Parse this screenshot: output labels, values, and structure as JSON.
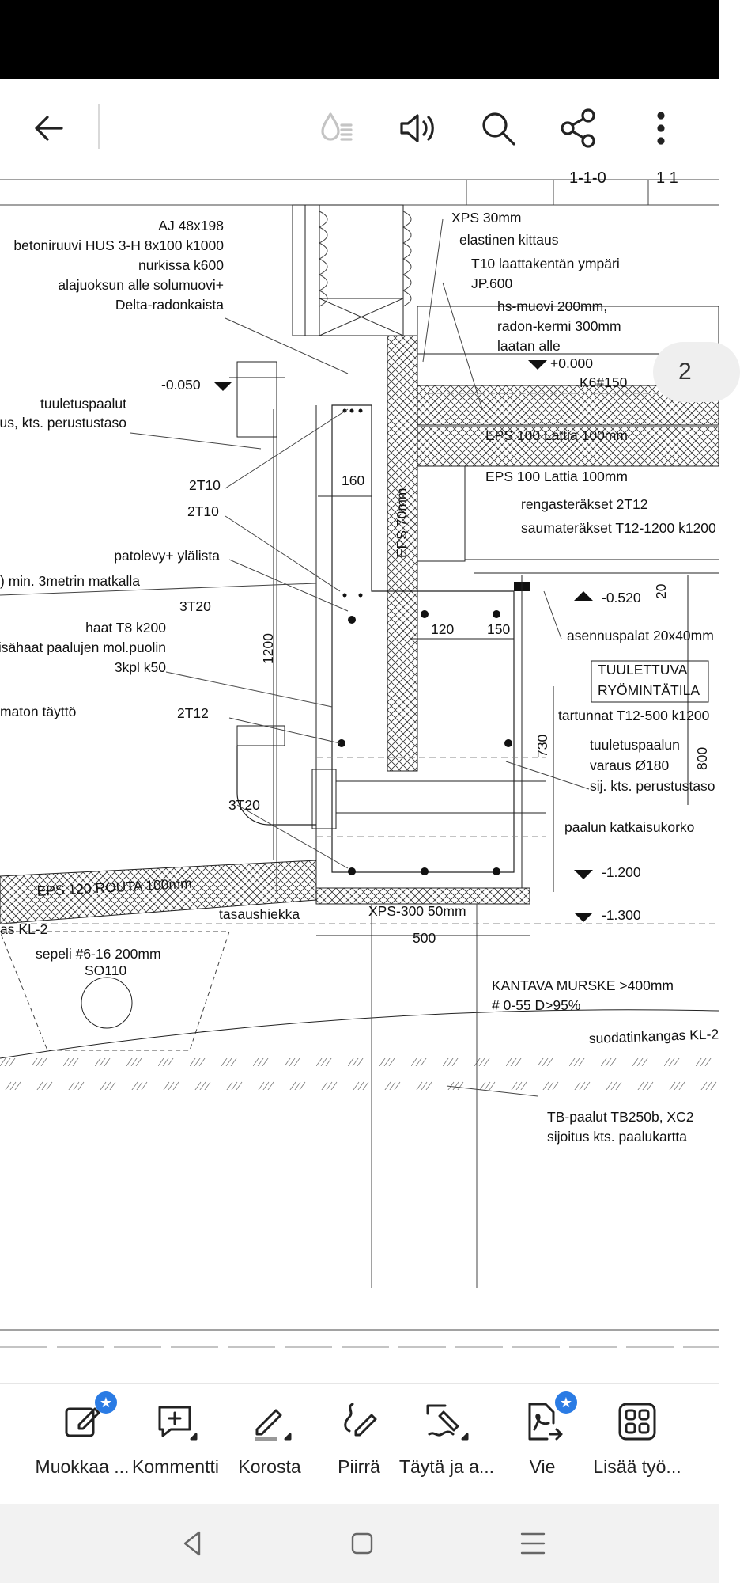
{
  "app_bar": {
    "back_icon": "arrow-left-icon",
    "icons": [
      "ink-drop-icon",
      "read-aloud-icon",
      "search-icon",
      "share-icon",
      "more-vert-icon"
    ]
  },
  "page_indicator": "2",
  "drawing": {
    "top_header": [
      "1-1-0",
      "1 1"
    ],
    "labels": {
      "aj": "AJ 48x198",
      "betoniruuvi": "betoniruuvi HUS 3-H 8x100 k1000",
      "nurkissa": "nurkissa k600",
      "alajuoksun": "alajuoksun alle solumuovi+",
      "delta": "Delta-radonkaista",
      "xps30": "XPS 30mm",
      "elastinen": "elastinen kittaus",
      "t10": "T10 laattakentän ympäri",
      "jp600": "JP.600",
      "hsmuovi": "hs-muovi 200mm,",
      "radonkermi": "radon-kermi 300mm",
      "laatan": "laatan alle",
      "plus0": "+0.000",
      "k6": "K6#150",
      "minus050": "-0.050",
      "tuuletuspaalut": "tuuletuspaalut",
      "kts_perus": "us, kts. perustustaso",
      "eps100a": "EPS 100 Lattia 100mm",
      "eps100b": "EPS 100 Lattia 100mm",
      "t2t10a": "2T10",
      "t160": "160",
      "t2t10b": "2T10",
      "eps70": "EPS 70mm",
      "rengas": "rengasteräkset 2T12",
      "sauma": "saumateräkset T12-1200 k1200",
      "patolevy": "patolevy+ ylälista",
      "min3m": ") min. 3metrin matkalla",
      "minus520": "-0.520",
      "d20": "20",
      "t3t20a": "3T20",
      "asennus": "asennuspalat 20x40mm",
      "haat": "haat T8 k200",
      "sahaat": "isähaat paalujen mol.puolin",
      "kpl": "3kpl k50",
      "d120": "120",
      "d150": "150",
      "d1200": "1200",
      "tuulettuva": "TUULETTUVA",
      "ryomintatila": "RYÖMINTÄTILA",
      "tayto": "maton täyttö",
      "t2t12": "2T12",
      "tartunnat": "tartunnat T12-500 k1200",
      "d730": "730",
      "tuuletuspaalun": "tuuletuspaalun",
      "varaus": "varaus Ø180",
      "sij": "sij. kts. perustustaso",
      "d800": "800",
      "t3t20b": "3T20",
      "katkaisu": "paalun katkaisukorko",
      "minus1200": "-1.200",
      "eps120": "EPS 120 ROUTA 100mm",
      "tasaus": "tasaushiekka",
      "xps300": "XPS-300 50mm",
      "minus1300": "-1.300",
      "kl2": "as KL-2",
      "sepeli": "sepeli #6-16 200mm",
      "so110": "SO110",
      "d500": "500",
      "kantava": "KANTAVA MURSKE >400mm",
      "kantava2": "# 0-55 D>95%",
      "suodatin": "suodatinkangas KL-2",
      "tb": "TB-paalut TB250b, XC2",
      "sijoitus": "sijoitus kts. paalukartta"
    }
  },
  "toolbar": {
    "items": [
      {
        "label": "Muokkaa ...",
        "icon": "edit-icon",
        "badge": true
      },
      {
        "label": "Kommentti",
        "icon": "comment-add-icon",
        "badge": false
      },
      {
        "label": "Korosta",
        "icon": "highlight-icon",
        "badge": false
      },
      {
        "label": "Piirrä",
        "icon": "draw-icon",
        "badge": false
      },
      {
        "label": "Täytä ja a...",
        "icon": "fill-sign-icon",
        "badge": false
      },
      {
        "label": "Vie",
        "icon": "export-pdf-icon",
        "badge": true
      },
      {
        "label": "Lisää työ...",
        "icon": "more-tools-icon",
        "badge": false
      }
    ]
  },
  "nav_bar": {
    "icons": [
      "back-triangle-icon",
      "home-square-icon",
      "recents-icon"
    ]
  },
  "colors": {
    "badge_blue": "#2a7be4",
    "nav_bg": "#f2f2f2",
    "status_bg": "#000000"
  }
}
